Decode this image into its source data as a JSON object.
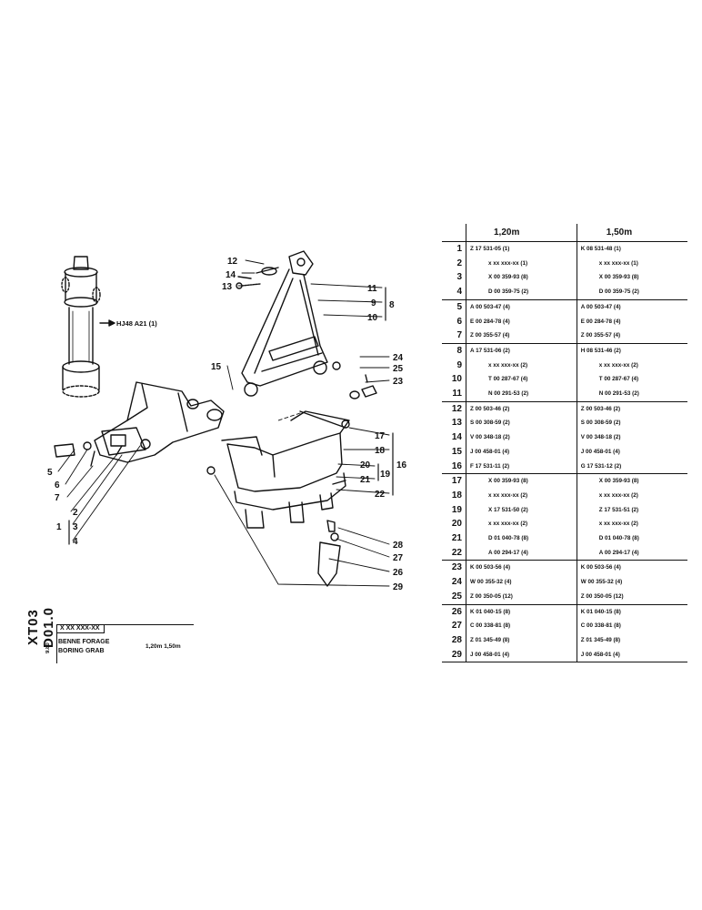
{
  "table": {
    "headers": [
      "1,20m",
      "1,50m"
    ],
    "rows": [
      {
        "n": "1",
        "a": "Z 17 531-05 (1)",
        "b": "K 08 531-48 (1)"
      },
      {
        "n": "2",
        "a": "x xx xxx-xx (1)",
        "b": "x xx xxx-xx (1)"
      },
      {
        "n": "3",
        "a": "X 00 359-93 (8)",
        "b": "X 00 359-93 (8)"
      },
      {
        "n": "4",
        "a": "D 00 359-75 (2)",
        "b": "D 00 359-75 (2)"
      },
      {
        "n": "5",
        "a": "A 00 503-47 (4)",
        "b": "A 00 503-47 (4)"
      },
      {
        "n": "6",
        "a": "E 00 284-78 (4)",
        "b": "E 00 284-78 (4)"
      },
      {
        "n": "7",
        "a": "Z 00 355-57 (4)",
        "b": "Z 00 355-57 (4)"
      },
      {
        "n": "8",
        "a": "A 17 531-06 (2)",
        "b": "H 08 531-46 (2)"
      },
      {
        "n": "9",
        "a": "x xx xxx-xx (2)",
        "b": "x xx xxx-xx (2)"
      },
      {
        "n": "10",
        "a": "T 00 287-67 (4)",
        "b": "T 00 287-67 (4)"
      },
      {
        "n": "11",
        "a": "N 00 291-53 (2)",
        "b": "N 00 291-53 (2)"
      },
      {
        "n": "12",
        "a": "Z 00 503-46 (2)",
        "b": "Z 00 503-46 (2)"
      },
      {
        "n": "13",
        "a": "S 00 308-59 (2)",
        "b": "S 00 308-59 (2)"
      },
      {
        "n": "14",
        "a": "V 00 348-18 (2)",
        "b": "V 00 348-18 (2)"
      },
      {
        "n": "15",
        "a": "J 00 458-01 (4)",
        "b": "J 00 458-01 (4)"
      },
      {
        "n": "16",
        "a": "F 17 531-11 (2)",
        "b": "G 17 531-12 (2)"
      },
      {
        "n": "17",
        "a": "X 00 359-93 (8)",
        "b": "X 00 359-93 (8)"
      },
      {
        "n": "18",
        "a": "x xx xxx-xx (2)",
        "b": "x xx xxx-xx (2)"
      },
      {
        "n": "19",
        "a": "X 17 531-50 (2)",
        "b": "Z 17 531-51 (2)"
      },
      {
        "n": "20",
        "a": "x xx xxx-xx (2)",
        "b": "x xx xxx-xx (2)"
      },
      {
        "n": "21",
        "a": "D 01 040-78 (8)",
        "b": "D 01 040-78 (8)"
      },
      {
        "n": "22",
        "a": "A 00 294-17 (4)",
        "b": "A 00 294-17 (4)"
      },
      {
        "n": "23",
        "a": "K 00 503-56 (4)",
        "b": "K 00 503-56 (4)"
      },
      {
        "n": "24",
        "a": "W 00 355-32 (4)",
        "b": "W 00 355-32 (4)"
      },
      {
        "n": "25",
        "a": "Z 00 350-05 (12)",
        "b": "Z 00 350-05 (12)"
      },
      {
        "n": "26",
        "a": "K 01 040-15 (8)",
        "b": "K 01 040-15 (8)"
      },
      {
        "n": "27",
        "a": "C 00 338-81 (8)",
        "b": "C 00 338-81 (8)"
      },
      {
        "n": "28",
        "a": "Z 01 345-49 (8)",
        "b": "Z 01 345-49 (8)"
      },
      {
        "n": "29",
        "a": "J 00 458-01 (4)",
        "b": "J 00 458-01 (4)"
      }
    ]
  },
  "callouts": {
    "c1": "1",
    "c2": "2",
    "c3": "3",
    "c4": "4",
    "c5": "5",
    "c6": "6",
    "c7": "7",
    "c8": "8",
    "c9": "9",
    "c10": "10",
    "c11": "11",
    "c12": "12",
    "c13": "13",
    "c14": "14",
    "c15": "15",
    "c16": "16",
    "c17": "17",
    "c18": "18",
    "c19": "19",
    "c20": "20",
    "c21": "21",
    "c22": "22",
    "c23": "23",
    "c24": "24",
    "c25": "25",
    "c26": "26",
    "c27": "27",
    "c28": "28",
    "c29": "29"
  },
  "drawing_note": "HJ48  A21 (1)",
  "title_block": {
    "doc_code": "XT03 D01.0",
    "rev_code": "9.80",
    "ref": "X XX XXX-XX",
    "title_fr": "BENNE FORAGE",
    "title_en": "BORING  GRAB",
    "sizes": "1,20m  1,50m"
  },
  "colors": {
    "ink": "#111111",
    "paper": "#ffffff"
  }
}
